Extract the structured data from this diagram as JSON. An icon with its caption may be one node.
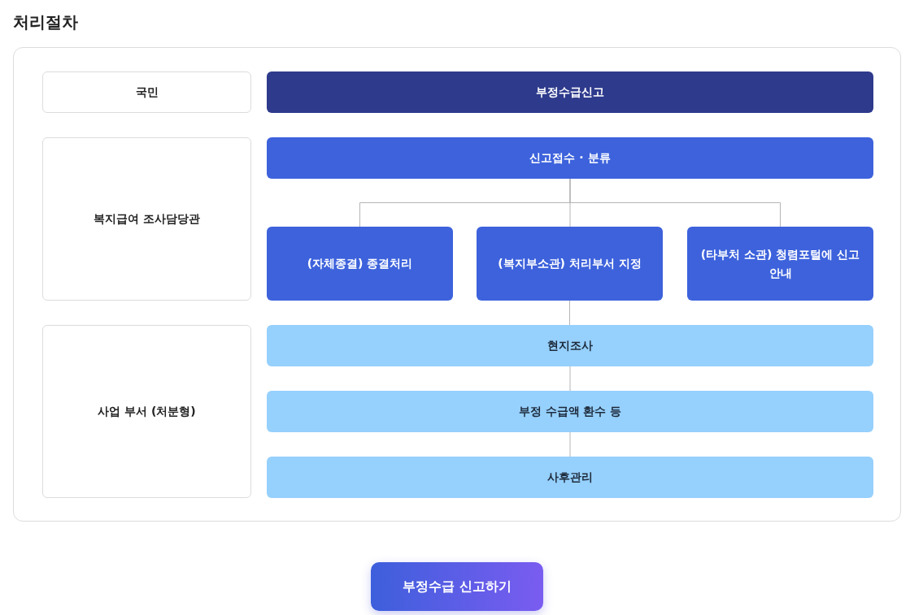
{
  "diagram": {
    "title": "처리절차",
    "nodes": [
      {
        "text": [
          "국민"
        ]
      },
      {
        "text": [
          "부정수급신고"
        ]
      },
      {
        "text": [
          "복지급여 조사담당관"
        ]
      },
      {
        "text": [
          "신고접수 · 분류"
        ]
      },
      {
        "text": [
          "(자체종결) 종결처리"
        ]
      },
      {
        "text": [
          "(복지부소관) 처리부서 지정"
        ]
      },
      {
        "text": [
          "(타부처 소관) 청렴포털에 신고안내"
        ]
      },
      {
        "text": [
          "사업 부서 (처분형)"
        ]
      },
      {
        "text": [
          "현지조사"
        ]
      },
      {
        "text": [
          "부정 수급액 환수 등"
        ]
      },
      {
        "text": [
          "사후관리"
        ]
      },
      {
        "text": [
          "부정수급 신고하기"
        ]
      }
    ],
    "edges": [
      {
        "from": 3,
        "to": 4,
        "arrow": "none"
      },
      {
        "from": 3,
        "to": 5,
        "arrow": "none"
      },
      {
        "from": 3,
        "to": 6,
        "arrow": "none"
      },
      {
        "from": 5,
        "to": 8,
        "arrow": "none"
      },
      {
        "from": 8,
        "to": 9,
        "arrow": "none"
      },
      {
        "from": 9,
        "to": 10,
        "arrow": "none"
      }
    ]
  }
}
